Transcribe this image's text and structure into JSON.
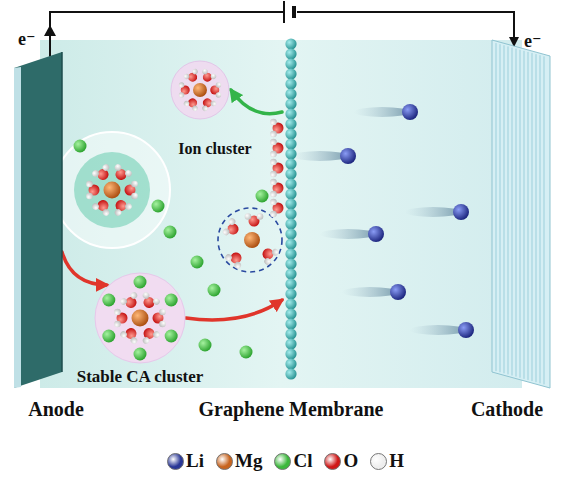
{
  "diagram": {
    "nodes": [
      {
        "text": [
          "Anode"
        ]
      },
      {
        "text": [
          "Stable CA cluster"
        ]
      },
      {
        "text": [
          "Ion cluster"
        ]
      },
      {
        "text": [
          "Graphene Membrane"
        ]
      },
      {
        "text": [
          "Cathode"
        ]
      }
    ],
    "edges": [
      {
        "from": 0,
        "to": 1,
        "arrow": "to"
      },
      {
        "from": 1,
        "to": 3,
        "arrow": "to"
      },
      {
        "from": 3,
        "to": 2,
        "arrow": "to"
      },
      {
        "from": 0,
        "to": 4,
        "arrow": "to"
      }
    ],
    "labels": [
      "e⁻",
      "e⁻"
    ],
    "legend": [
      {
        "text": "Li",
        "color": "#2a3796"
      },
      {
        "text": "Mg",
        "color": "#c8641e"
      },
      {
        "text": "Cl",
        "color": "#3cb83c"
      },
      {
        "text": "O",
        "color": "#d01818"
      },
      {
        "text": "H",
        "color": "#eeeeee"
      }
    ]
  }
}
